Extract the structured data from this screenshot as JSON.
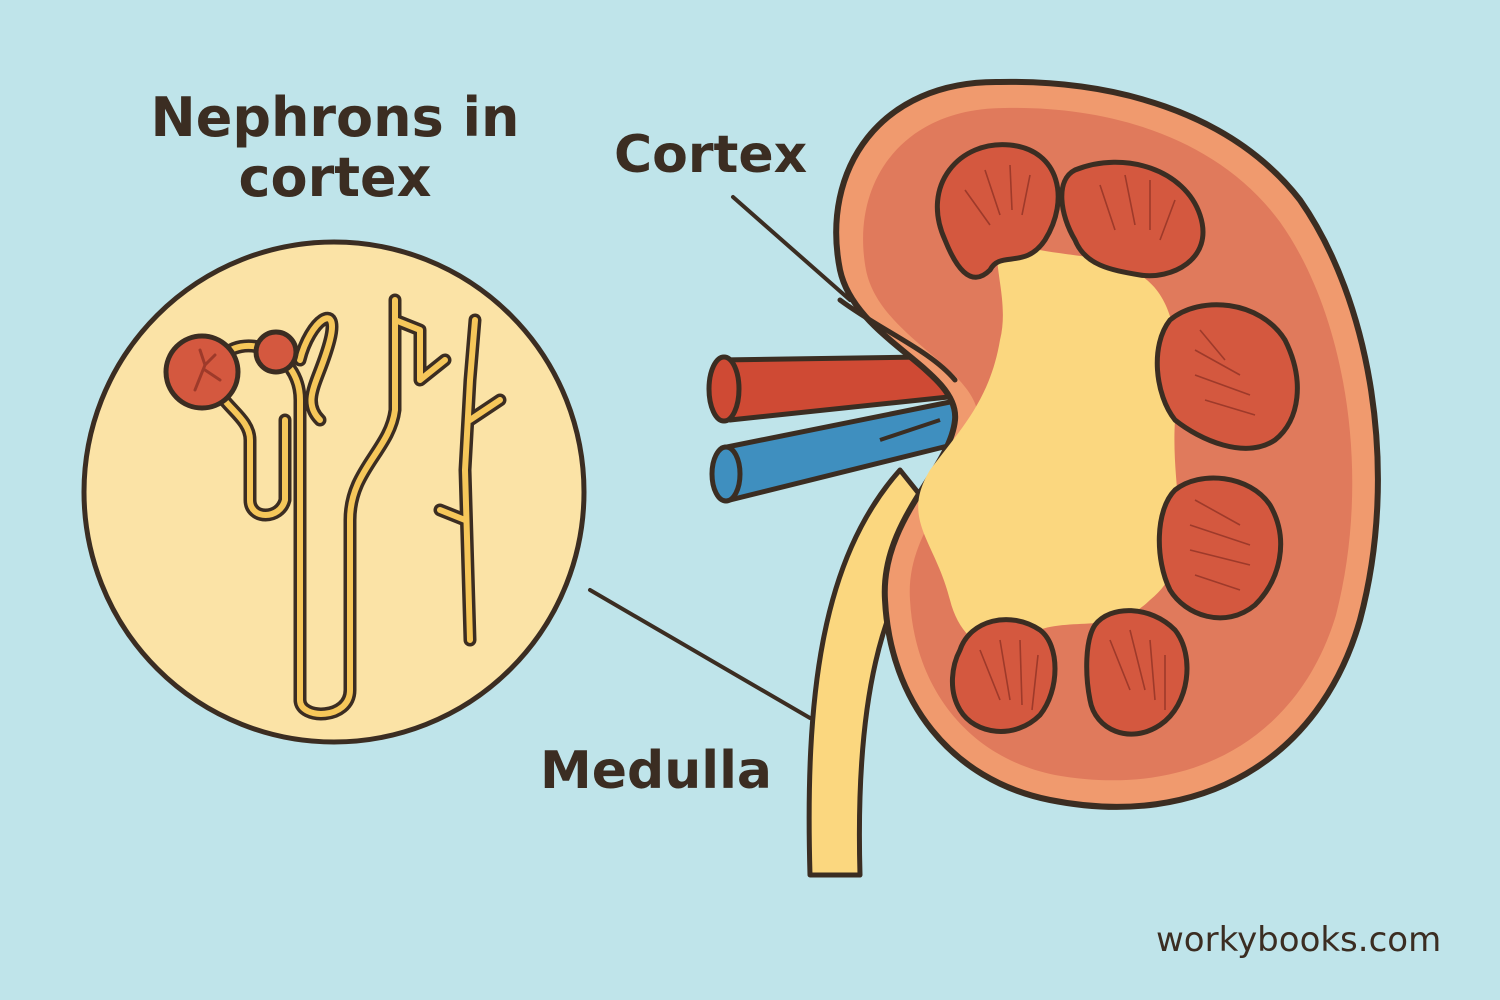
{
  "title": {
    "line1": "Nephrons in",
    "line2": "cortex"
  },
  "labels": {
    "cortex": "Cortex",
    "medulla": "Medulla"
  },
  "credit": "workybooks.com",
  "colors": {
    "background": "#bfe4ea",
    "outline": "#3b2d22",
    "cortex": "#e07a5c",
    "cortex_rim": "#f09a6e",
    "pyramid": "#d4583f",
    "pelvis": "#fbd77f",
    "tubule": "#f6c75a",
    "inset_fill": "#fbe3a6",
    "artery": "#cf4a34",
    "vein": "#3f8fbf"
  }
}
